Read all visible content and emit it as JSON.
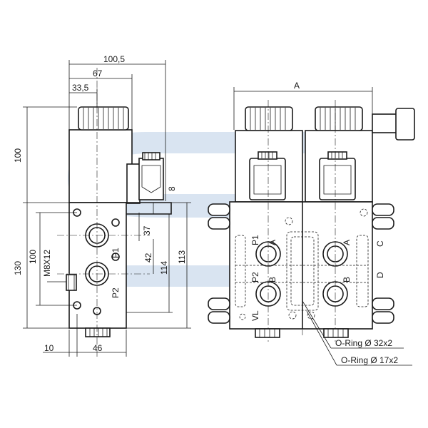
{
  "dimensions": {
    "width_total": "100,5",
    "width_mid": "67",
    "width_small": "33,5",
    "height_coil": "100",
    "height_body": "130",
    "height_inner": "100",
    "thread": "M8X12",
    "gap_small": "8",
    "d37": "37",
    "d42": "42",
    "d114": "114",
    "d113": "113",
    "d10": "10",
    "d46": "46",
    "overall_A": "A"
  },
  "ports": {
    "p1_left": "P1",
    "p2_left": "P2",
    "p1_right": "P1",
    "p2_right": "P2",
    "vl": "VL",
    "a1": "A",
    "b1": "B",
    "a2": "A",
    "b2": "B",
    "c": "C",
    "d": "D"
  },
  "callouts": {
    "oring_large": "O-Ring Ø 32x2",
    "oring_small": "O-Ring Ø 17x2"
  },
  "colors": {
    "line": "#1a1a1a",
    "watermark": "#b9cde6"
  }
}
